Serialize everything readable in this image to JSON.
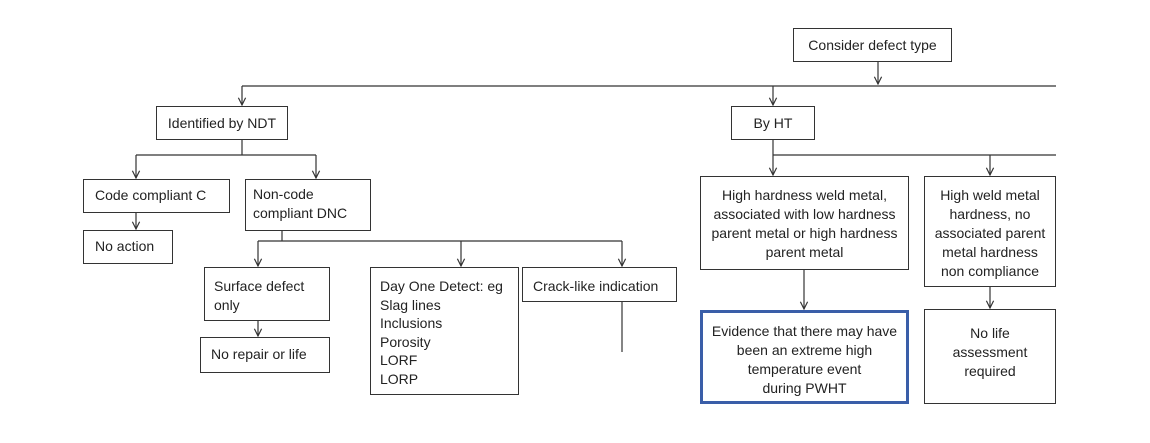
{
  "diagram": {
    "line_color": "#333333",
    "highlight_color": "#3a5ea8",
    "nodes": {
      "root": "Consider defect type",
      "ndt": "Identified by NDT",
      "ht": "By HT",
      "code_c": "Code compliant C",
      "no_action": "No action",
      "non_code": "Non-code\ncompliant DNC",
      "surface": "Surface defect\nonly",
      "no_repair": "No repair or life",
      "day_one": "Day One Detect: eg\nSlag lines\nInclusions\nPorosity\nLORF\nLORP",
      "crack": "Crack-like indication",
      "high_hard_weld": "High hardness weld metal,\nassociated with low hardness\nparent metal or high hardness\nparent metal",
      "high_weld_metal": "High weld metal\nhardness, no\nassociated parent\nmetal hardness\nnon compliance",
      "evidence": "Evidence that there may have\nbeen an extreme high\ntemperature event\nduring PWHT",
      "no_life": "No life\nassessment\nrequired"
    }
  }
}
